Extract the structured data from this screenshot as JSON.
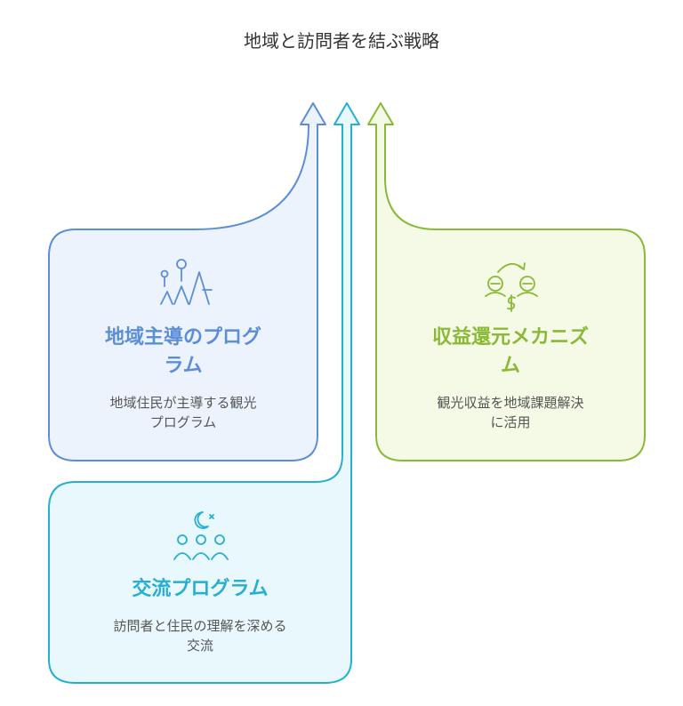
{
  "title": "地域と訪問者を結ぶ戦略",
  "cards": [
    {
      "title": "地域主導のプログラム",
      "title_lines": [
        "地域主導のプログ",
        "ラム"
      ],
      "desc_lines": [
        "地域住民が主導する観光",
        "プログラム"
      ],
      "color": "#5b8ed6",
      "fill": "#edf3fd",
      "icon": "people-mountains-icon"
    },
    {
      "title": "収益還元メカニズム",
      "title_lines": [
        "収益還元メカニズ",
        "ム"
      ],
      "desc_lines": [
        "観光収益を地域課題解決",
        "に活用"
      ],
      "color": "#8ab935",
      "fill": "#f4fae6",
      "icon": "money-exchange-icon"
    },
    {
      "title": "交流プログラム",
      "title_lines": [
        "交流プログラム"
      ],
      "desc_lines": [
        "訪問者と住民の理解を深める",
        "交流"
      ],
      "color": "#26afd2",
      "fill": "#e8f8fd",
      "icon": "community-moon-icon"
    }
  ]
}
